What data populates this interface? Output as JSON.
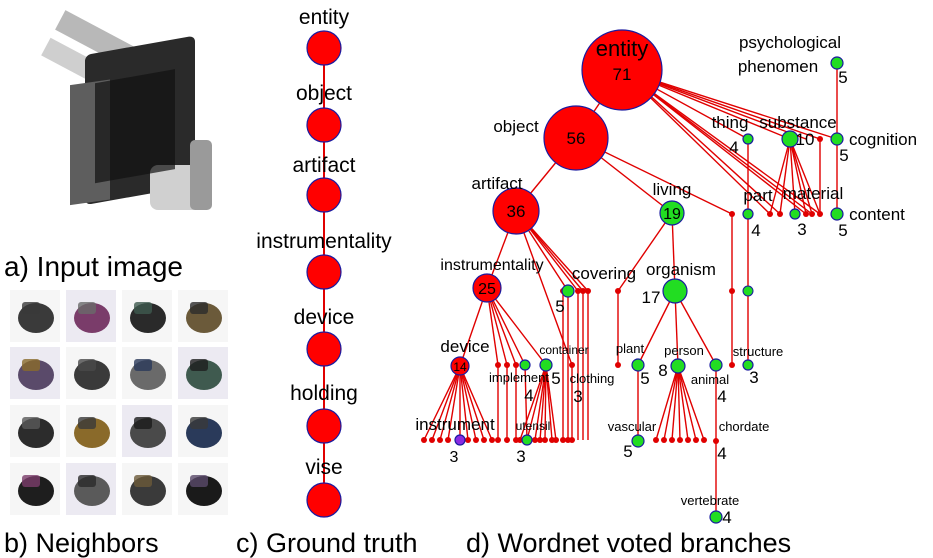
{
  "panels": {
    "a": "a) Input image",
    "b": "b) Neighbors",
    "c": "c) Ground truth",
    "d": "d) Wordnet voted branches"
  },
  "ground_truth": [
    "entity",
    "object",
    "artifact",
    "instrumentality",
    "device",
    "holding",
    "vise"
  ],
  "wordnet": {
    "nodes": [
      {
        "id": "entity",
        "label": "entity",
        "count": "71",
        "type": "red",
        "size": "xl"
      },
      {
        "id": "object",
        "label": "object",
        "count": "56",
        "type": "red",
        "size": "l"
      },
      {
        "id": "artifact",
        "label": "artifact",
        "count": "36",
        "type": "red",
        "size": "m"
      },
      {
        "id": "instrumentality",
        "label": "instrumentality",
        "count": "25",
        "type": "red",
        "size": "s"
      },
      {
        "id": "device",
        "label": "device",
        "count": "14",
        "type": "red",
        "size": "xs"
      },
      {
        "id": "instrument",
        "label": "instrument",
        "count": "3",
        "type": "purple",
        "size": "xs"
      },
      {
        "id": "implement",
        "label": "implement",
        "count": "4",
        "type": "green",
        "size": "xs"
      },
      {
        "id": "container",
        "label": "container",
        "count": "5",
        "type": "green",
        "size": "xs"
      },
      {
        "id": "utensil",
        "label": "utensil",
        "count": "3",
        "type": "green",
        "size": "xs"
      },
      {
        "id": "covering",
        "label": "covering",
        "count": "5",
        "type": "green",
        "size": "xs"
      },
      {
        "id": "clothing",
        "label": "clothing",
        "count": "3",
        "type": "dot",
        "size": "xs"
      },
      {
        "id": "living",
        "label": "living",
        "count": "19",
        "type": "green",
        "size": "s"
      },
      {
        "id": "organism",
        "label": "organism",
        "count": "17",
        "type": "green",
        "size": "m"
      },
      {
        "id": "plant",
        "label": "plant",
        "count": "5",
        "type": "green",
        "size": "xs"
      },
      {
        "id": "vascular",
        "label": "vascular",
        "count": "5",
        "type": "green",
        "size": "xs"
      },
      {
        "id": "person",
        "label": "person",
        "count": "8",
        "type": "green",
        "size": "xs"
      },
      {
        "id": "animal",
        "label": "animal",
        "count": "4",
        "type": "green",
        "size": "xs"
      },
      {
        "id": "chordate",
        "label": "chordate",
        "count": "4",
        "type": "dot",
        "size": "xs"
      },
      {
        "id": "vertebrate",
        "label": "vertebrate",
        "count": "4",
        "type": "green",
        "size": "xs"
      },
      {
        "id": "thing",
        "label": "thing",
        "count": "4",
        "type": "green",
        "size": "xs"
      },
      {
        "id": "part",
        "label": "part",
        "count": "4",
        "type": "green",
        "size": "xs"
      },
      {
        "id": "structure",
        "label": "structure",
        "count": "3",
        "type": "green",
        "size": "xs"
      },
      {
        "id": "substance",
        "label": "substance",
        "count": "10",
        "type": "green",
        "size": "xs"
      },
      {
        "id": "material",
        "label": "material",
        "count": "3",
        "type": "green",
        "size": "xs"
      },
      {
        "id": "cognition",
        "label": "cognition",
        "count": "5",
        "type": "green",
        "size": "xs"
      },
      {
        "id": "content",
        "label": "content",
        "count": "5",
        "type": "green",
        "size": "xs"
      },
      {
        "id": "psych",
        "label": "psychological phenomen",
        "count": "5",
        "type": "green",
        "size": "xs"
      }
    ]
  }
}
